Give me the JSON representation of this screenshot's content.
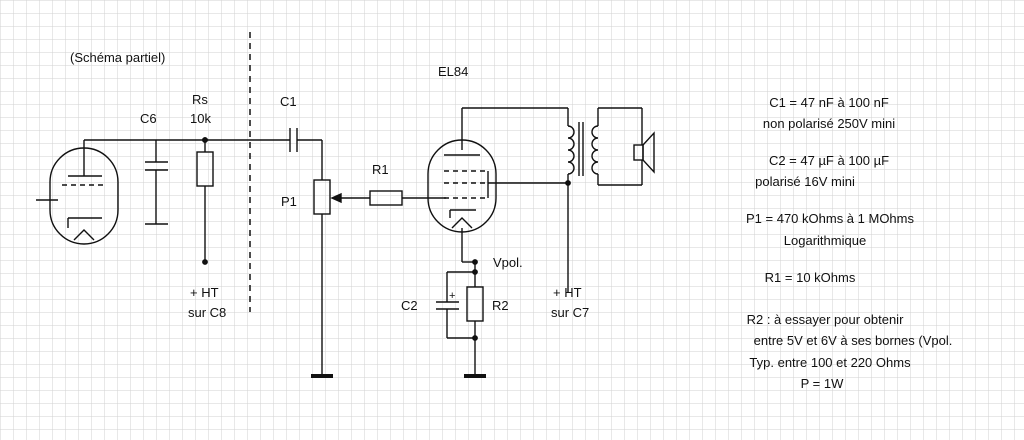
{
  "title": "(Schéma partiel)",
  "tube_label": "EL84",
  "labels": {
    "c6": "C6",
    "rs_name": "Rs",
    "rs_value": "10k",
    "c1": "C1",
    "p1": "P1",
    "r1": "R1",
    "vpol": "Vpol.",
    "c2": "C2",
    "r2": "R2",
    "c2_plus": "+",
    "ht_c8_line1": "+ HT",
    "ht_c8_line2": "sur C8",
    "ht_c7_line1": "+ HT",
    "ht_c7_line2": "sur C7"
  },
  "notes": {
    "c1_line1": "C1 = 47 nF à 100 nF",
    "c1_line2": "non polarisé 250V mini",
    "c2_line1": "C2 = 47 µF à 100 µF",
    "c2_line2": "polarisé 16V mini",
    "p1_line1": "P1 = 470 kOhms à 1 MOhms",
    "p1_line2": "Logarithmique",
    "r1_line1": "R1 = 10 kOhms",
    "r2_line1": "R2 : à essayer pour obtenir",
    "r2_line2": "entre 5V et 6V à ses bornes (Vpol.",
    "r2_line3": "Typ. entre 100 et 220 Ohms",
    "r2_line4": "P = 1W"
  },
  "colors": {
    "grid": "#d2d2d2",
    "ink": "#111111"
  }
}
